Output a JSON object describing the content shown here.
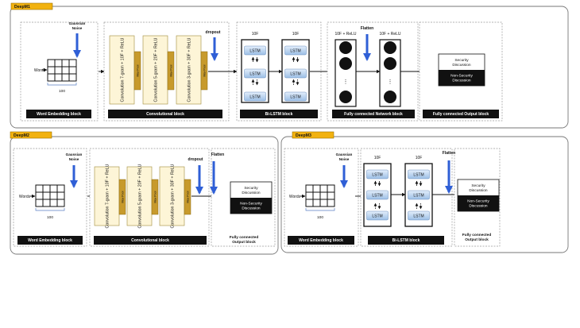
{
  "models": {
    "m1": {
      "title": "DeepM1"
    },
    "m2": {
      "title": "DeepM2"
    },
    "m3": {
      "title": "DeepM3"
    }
  },
  "labels": {
    "gaussian_noise_1": "Gaussian",
    "gaussian_noise_2": "Noise",
    "words": "Words",
    "dim_100": "100",
    "dropout": "dropout",
    "flatten": "Flatten",
    "lstm": "LSTM",
    "units_10f": "10F",
    "units_10f_relu": "10F + ReLU",
    "max_pool": "Max Pool",
    "conv_7": "Convolution 7-gram + 10F + ReLU",
    "conv_5": "Convolution 5-gram + 20F + ReLU",
    "conv_3": "Convolution 3-gram + 30F + ReLU",
    "out_security_1": "Security",
    "out_security_2": "Discussion",
    "out_nonsecurity_1": "Non-Security",
    "out_nonsecurity_2": "Discussion",
    "ellipsis": "⋮"
  },
  "blocks": {
    "word_embedding": "Word Embedding block",
    "convolutional": "Convolutional block",
    "bilstm": "Bi-LSTM block",
    "fc_network": "Fully connected Network block",
    "fc_output": "Fully connected Output block",
    "fc_output_1": "Fully connected",
    "fc_output_2": "Output block"
  },
  "colors": {
    "title_tab": "#f2b20f",
    "conv_fill": "#fdf5d7",
    "pool_fill": "#c79a2c",
    "lstm_fill": "#bcd5f0",
    "arrow_blue": "#2f5fd6",
    "dark": "#111111"
  }
}
